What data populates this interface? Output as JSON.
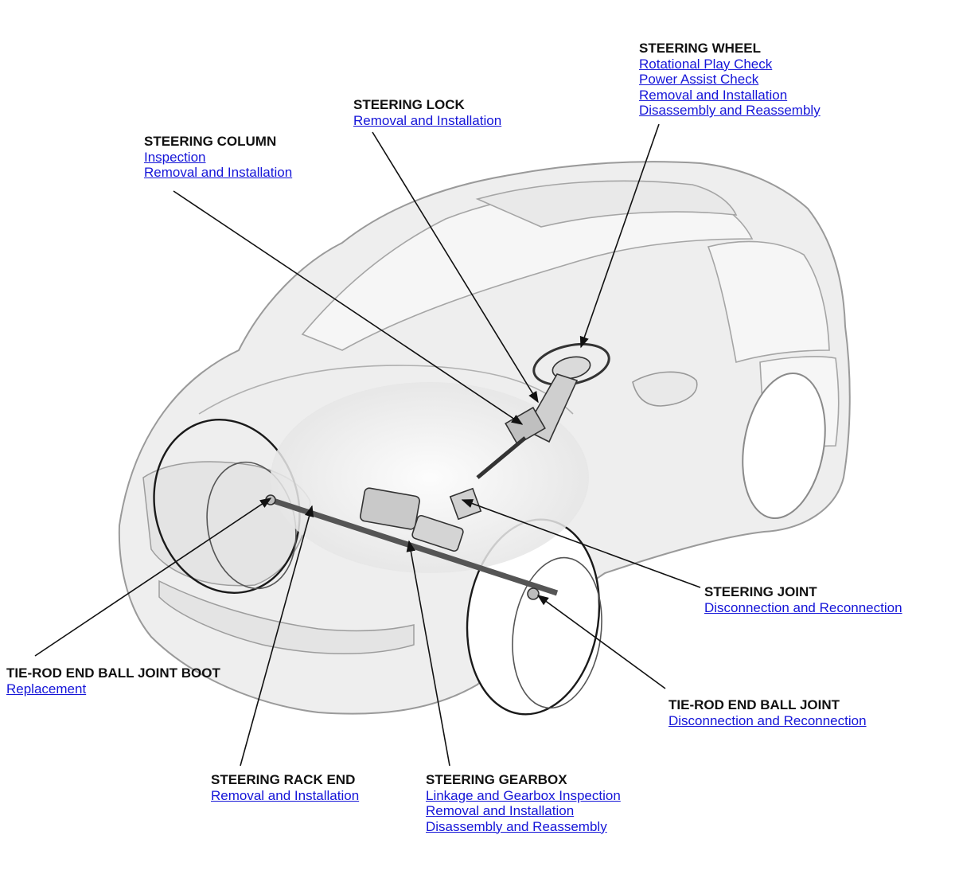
{
  "colors": {
    "link": "#1515d8",
    "title": "#111111",
    "leader": "#111111",
    "car_outline": "#9a9a9a",
    "car_fill": "#efefef"
  },
  "callouts": {
    "steering_wheel": {
      "title": "STEERING WHEEL",
      "links": [
        "Rotational Play Check",
        "Power Assist Check",
        "Removal and Installation",
        "Disassembly and Reassembly"
      ]
    },
    "steering_lock": {
      "title": "STEERING LOCK",
      "links": [
        "Removal and Installation"
      ]
    },
    "steering_column": {
      "title": "STEERING COLUMN",
      "links": [
        "Inspection",
        "Removal and Installation"
      ]
    },
    "steering_joint": {
      "title": "STEERING JOINT",
      "links": [
        "Disconnection and Reconnection"
      ]
    },
    "tie_rod_end_ball_joint": {
      "title": "TIE-ROD END BALL JOINT",
      "links": [
        "Disconnection and Reconnection"
      ]
    },
    "tie_rod_end_ball_joint_boot": {
      "title": "TIE-ROD END BALL JOINT BOOT",
      "links": [
        "Replacement"
      ]
    },
    "steering_rack_end": {
      "title": "STEERING RACK END",
      "links": [
        "Removal and Installation"
      ]
    },
    "steering_gearbox": {
      "title": "STEERING GEARBOX",
      "links": [
        "Linkage and Gearbox Inspection",
        "Removal and Installation",
        "Disassembly and Reassembly"
      ]
    }
  }
}
